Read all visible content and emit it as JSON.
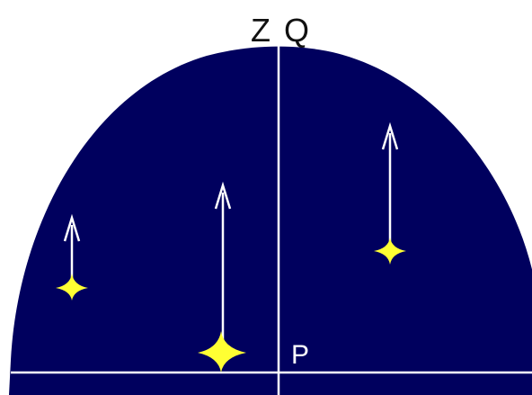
{
  "labels": {
    "zenith": "Z",
    "pole": "Q",
    "point": "P"
  },
  "colors": {
    "sky": "#00005e",
    "lines": "#ffffff",
    "stars": "#ffff33",
    "label_dark": "#111111",
    "label_light": "#ffffff",
    "background": "#ffffff"
  },
  "stars": [
    {
      "name": "star-left",
      "size": "small"
    },
    {
      "name": "star-center",
      "size": "large"
    },
    {
      "name": "star-right",
      "size": "small"
    }
  ]
}
